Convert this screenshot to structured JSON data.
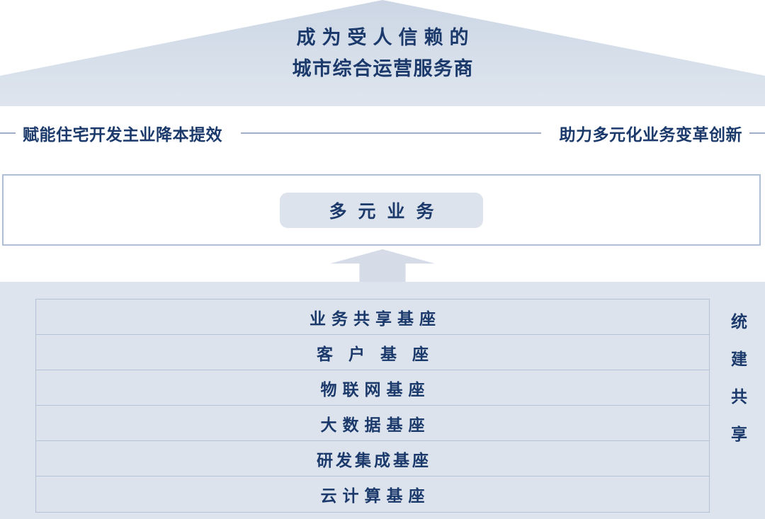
{
  "diagram": {
    "roof": {
      "title_line1": "成为受人信赖的",
      "title_line2": "城市综合运营服务商"
    },
    "subtitle": {
      "left": "赋能住宅开发主业降本提效",
      "right": "助力多元化业务变革创新"
    },
    "middle": {
      "pill_label": "多元业务"
    },
    "arrow": {
      "name": "up-arrow"
    },
    "base": {
      "side_label": "统建共享",
      "rows": [
        {
          "label": "业务共享基座",
          "spacing": "normal"
        },
        {
          "label": "客户基座",
          "spacing": "wide"
        },
        {
          "label": "物联网基座",
          "spacing": "normal"
        },
        {
          "label": "大数据基座",
          "spacing": "normal"
        },
        {
          "label": "研发集成基座",
          "spacing": "tight"
        },
        {
          "label": "云计算基座",
          "spacing": "normal"
        }
      ]
    },
    "colors": {
      "text_navy": "#1b3a6b",
      "roof_fill": "#d6dfea",
      "panel_fill": "#dde4ed",
      "row_fill": "#dce3ec",
      "border_blue": "#b3c2d6",
      "rule_grey": "#9fb0c6",
      "pill_fill": "#dde3ec",
      "arrow_fill": "#d5dce7"
    }
  }
}
